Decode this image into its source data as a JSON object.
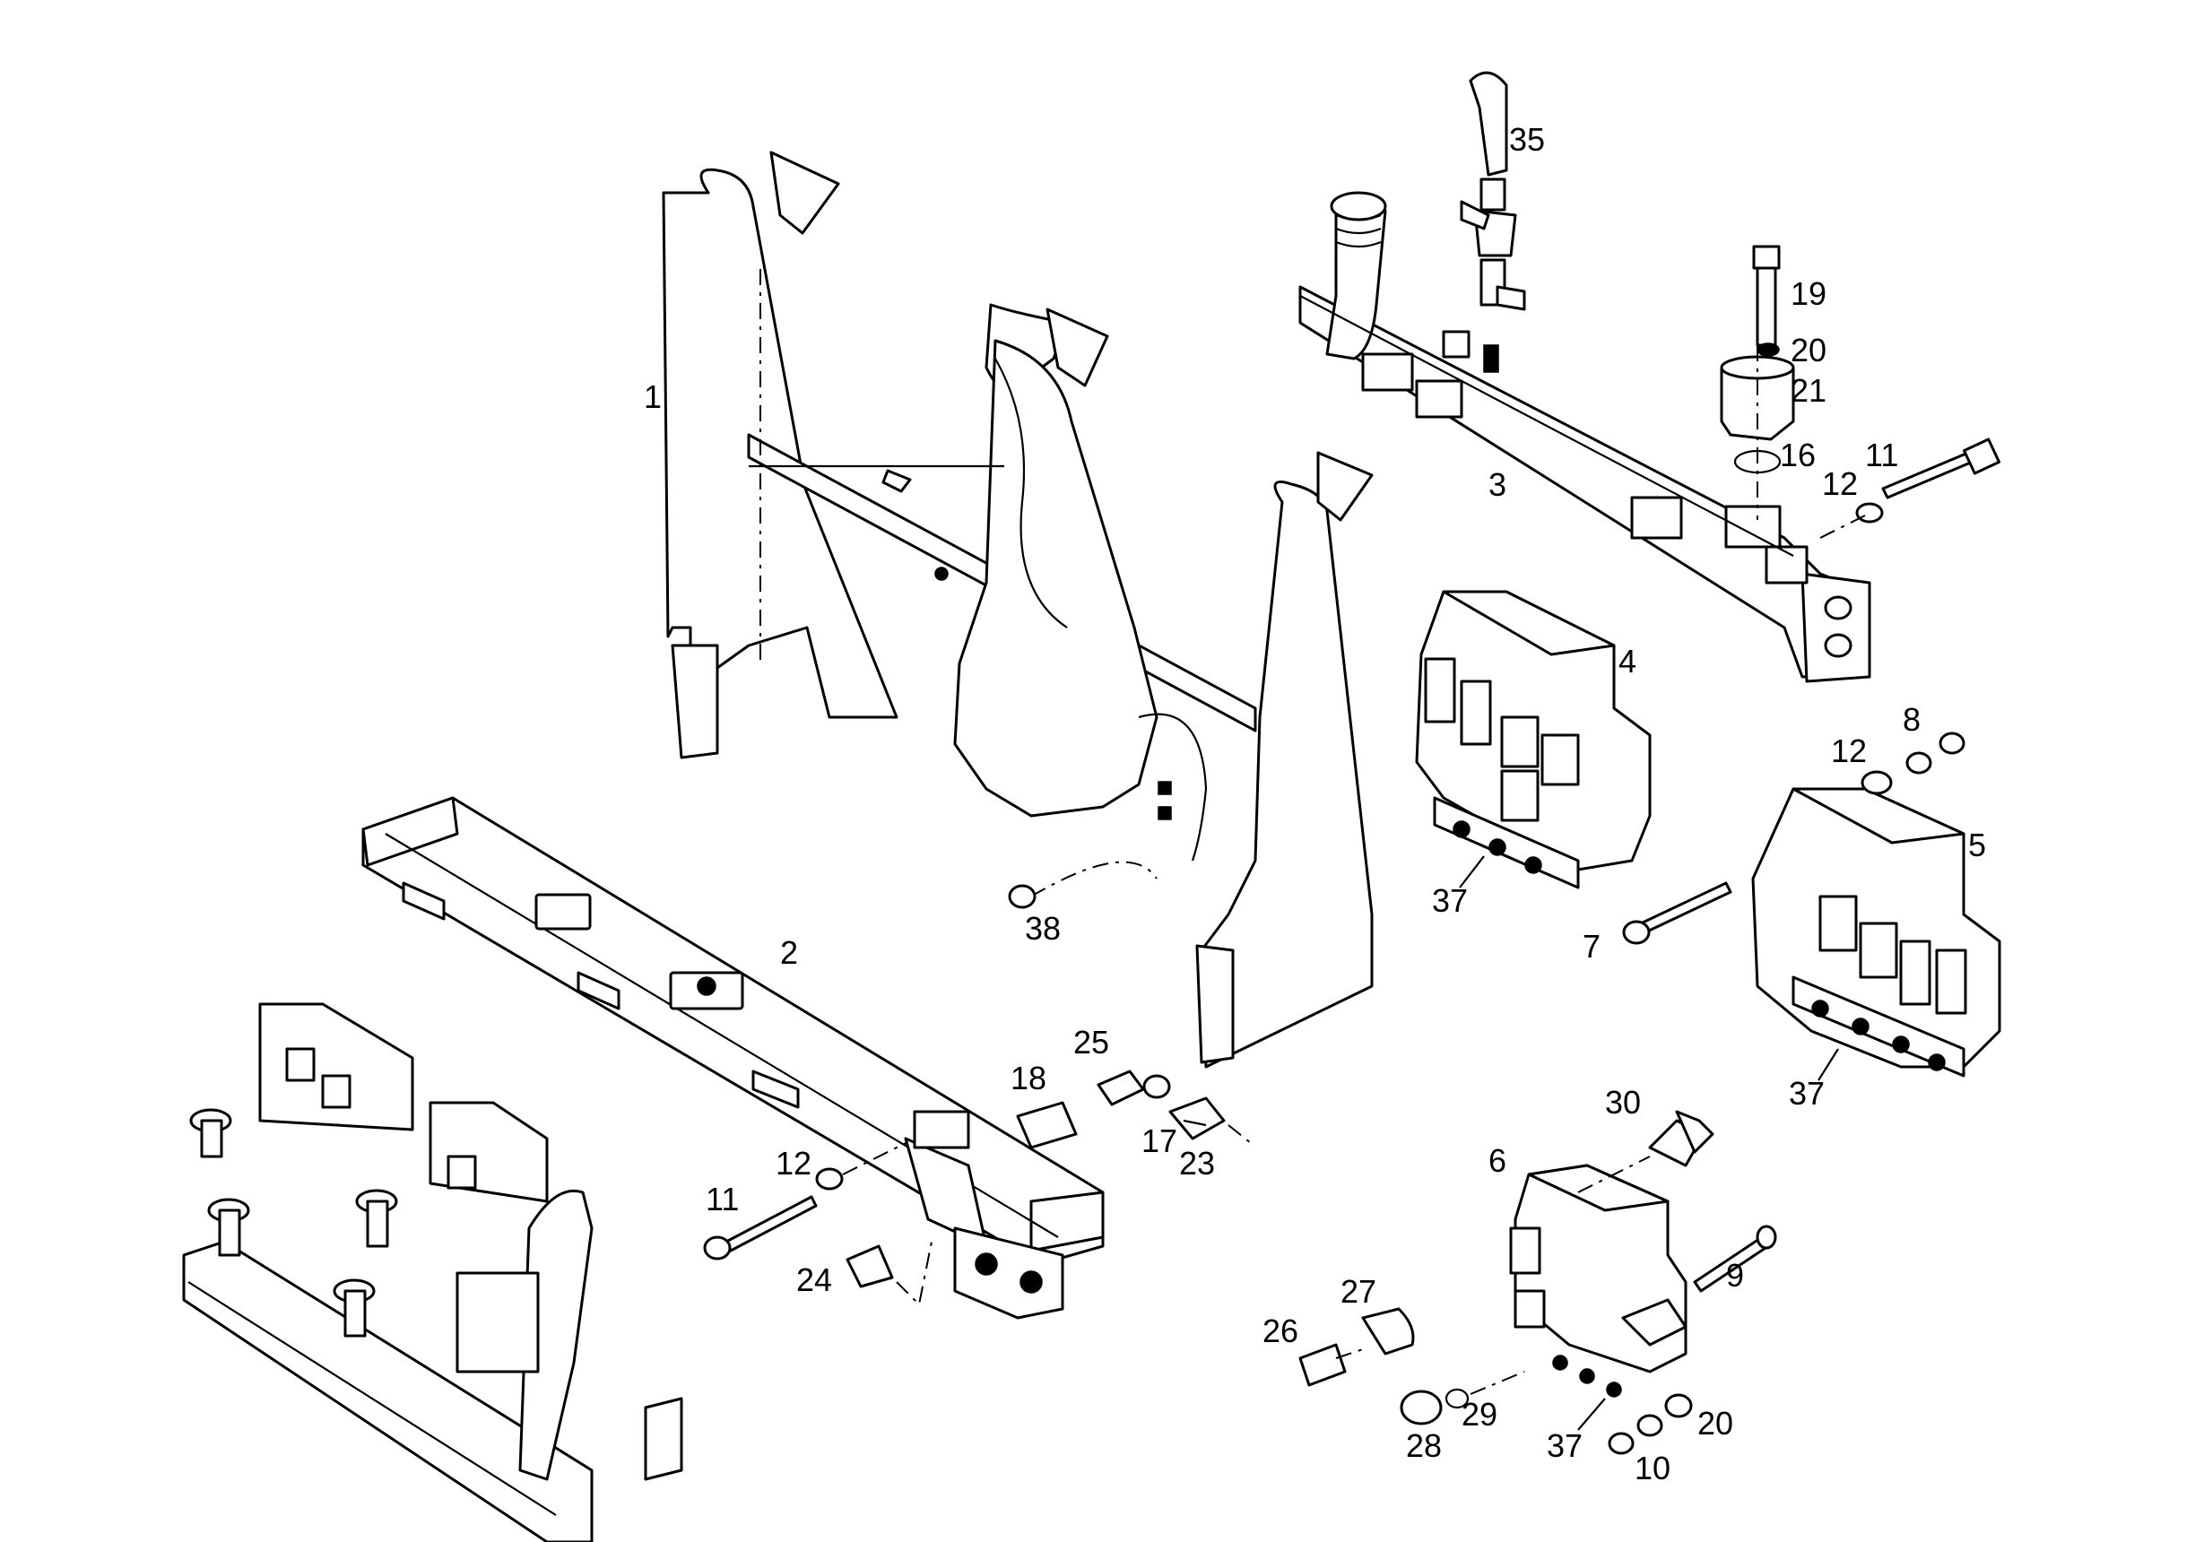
{
  "colors": {
    "ink": "#000000",
    "paper": "#ffffff"
  },
  "callouts": {
    "c1": "1",
    "c2": "2",
    "c3": "3",
    "c4": "4",
    "c5": "5",
    "c6": "6",
    "c7": "7",
    "c8": "8",
    "c9": "9",
    "c10": "10",
    "c11a": "11",
    "c11b": "11",
    "c12a": "12",
    "c12b": "12",
    "c12c": "12",
    "c16": "16",
    "c17": "17",
    "c18": "18",
    "c19": "19",
    "c20a": "20",
    "c20b": "20",
    "c21": "21",
    "c23": "23",
    "c24": "24",
    "c25": "25",
    "c26": "26",
    "c27": "27",
    "c28": "28",
    "c29": "29",
    "c30": "30",
    "c35": "35",
    "c37a": "37",
    "c37b": "37",
    "c37c": "37",
    "c38": "38"
  }
}
